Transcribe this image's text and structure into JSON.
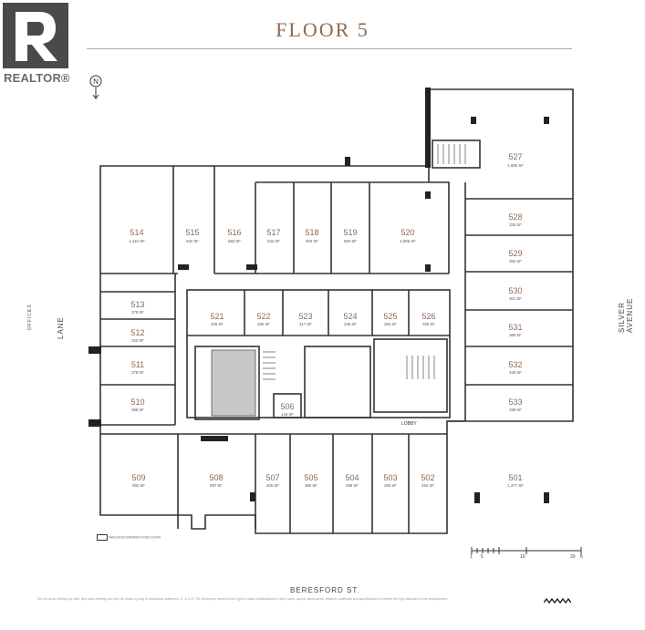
{
  "brand": {
    "logo_text": "REALTOR",
    "logo_mark": "®"
  },
  "title": "FLOOR 5",
  "north_label": "N",
  "streets": {
    "bottom": "BERESFORD ST.",
    "right": "SILVER AVENUE",
    "left": "LANE",
    "left_small": "OFFICES"
  },
  "lobby_label": "LOBBY",
  "legend_text": "INDICATES BARRIER-FREE DOOR",
  "disclaimer": "This is not an offering for sale. Any such offering can only be made by way of disclosure statement. E. & O.E. The developer reserves the right to make modifications to floor plans, layout, dimensions, finishes, materials and specifications to reflect the high standard of the development.",
  "scale_labels": [
    "1",
    "5",
    "10",
    "20",
    "ft"
  ],
  "units": [
    {
      "num": "514",
      "sf": "1,410 SF"
    },
    {
      "num": "515",
      "sf": "632 SF"
    },
    {
      "num": "516",
      "sf": "683 SF"
    },
    {
      "num": "517",
      "sf": "532 SF"
    },
    {
      "num": "518",
      "sf": "503 SF"
    },
    {
      "num": "519",
      "sf": "503 SF"
    },
    {
      "num": "520",
      "sf": "1,059 SF"
    },
    {
      "num": "527",
      "sf": "1,685 SF"
    },
    {
      "num": "528",
      "sf": "334 SF"
    },
    {
      "num": "529",
      "sf": "364 SF"
    },
    {
      "num": "530",
      "sf": "301 SF"
    },
    {
      "num": "531",
      "sf": "369 SF"
    },
    {
      "num": "532",
      "sf": "346 SF"
    },
    {
      "num": "533",
      "sf": "338 SF"
    },
    {
      "num": "513",
      "sf": "278 SF"
    },
    {
      "num": "512",
      "sf": "320 SF"
    },
    {
      "num": "511",
      "sf": "378 SF"
    },
    {
      "num": "510",
      "sf": "398 SF"
    },
    {
      "num": "521",
      "sf": "326 SF"
    },
    {
      "num": "522",
      "sf": "286 SF"
    },
    {
      "num": "523",
      "sf": "317 SF"
    },
    {
      "num": "524",
      "sf": "346 SF"
    },
    {
      "num": "525",
      "sf": "254 SF"
    },
    {
      "num": "526",
      "sf": "255 SF"
    },
    {
      "num": "506",
      "sf": "144 SF"
    },
    {
      "num": "509",
      "sf": "582 SF"
    },
    {
      "num": "508",
      "sf": "697 SF"
    },
    {
      "num": "507",
      "sf": "405 SF"
    },
    {
      "num": "505",
      "sf": "356 SF"
    },
    {
      "num": "504",
      "sf": "498 SF"
    },
    {
      "num": "503",
      "sf": "480 SF"
    },
    {
      "num": "502",
      "sf": "484 SF"
    },
    {
      "num": "501",
      "sf": "1,377 SF"
    }
  ]
}
